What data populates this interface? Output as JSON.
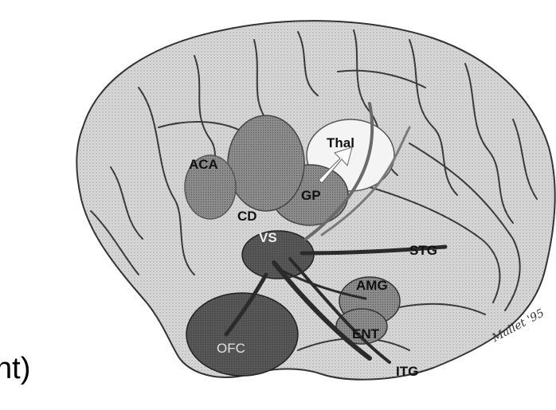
{
  "slide": {
    "text_fragment": "nt)"
  },
  "figure": {
    "signature": "Mallet '95",
    "labels": {
      "aca": "ACA",
      "thal": "Thal",
      "gp": "GP",
      "cd": "CD",
      "vs": "VS",
      "stg": "STG",
      "amg": "AMG",
      "ent": "ENT",
      "ofc": "OFC",
      "itg": "ITG"
    }
  }
}
